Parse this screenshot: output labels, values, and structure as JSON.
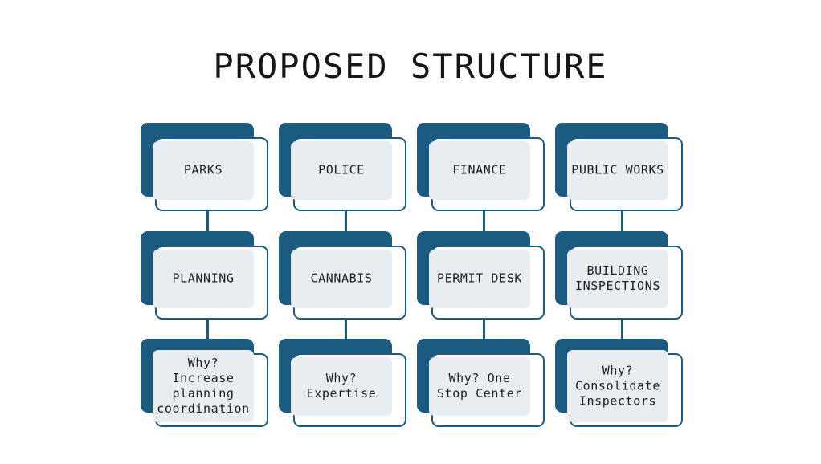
{
  "slide": {
    "title": "PROPOSED STRUCTURE",
    "background_color": "#ffffff"
  },
  "theme": {
    "accent_color": "#1b5b7f",
    "panel_fill_color": "#e8edf1",
    "card_fill_color": "#ffffff",
    "text_color": "#1d1d1d",
    "title_color": "#161616",
    "connector_color": "#1b5b7f"
  },
  "chart_data": {
    "type": "diagram",
    "title": "PROPOSED STRUCTURE",
    "layout": "4 columns x 3 rows org chart, each column is a top-to-bottom chain",
    "columns": [
      {
        "index": 0,
        "nodes": [
          {
            "row": 0,
            "label": "PARKS"
          },
          {
            "row": 1,
            "label": "PLANNING"
          },
          {
            "row": 2,
            "label": "Why?\nIncrease\nplanning\ncoordination"
          }
        ]
      },
      {
        "index": 1,
        "nodes": [
          {
            "row": 0,
            "label": "POLICE"
          },
          {
            "row": 1,
            "label": "CANNABIS"
          },
          {
            "row": 2,
            "label": "Why?\nExpertise"
          }
        ]
      },
      {
        "index": 2,
        "nodes": [
          {
            "row": 0,
            "label": "FINANCE"
          },
          {
            "row": 1,
            "label": "PERMIT DESK"
          },
          {
            "row": 2,
            "label": "Why? One\nStop Center"
          }
        ]
      },
      {
        "index": 3,
        "nodes": [
          {
            "row": 0,
            "label": "PUBLIC WORKS"
          },
          {
            "row": 1,
            "label": "BUILDING\nINSPECTIONS"
          },
          {
            "row": 2,
            "label": "Why?\nConsolidate\nInspectors"
          }
        ]
      }
    ],
    "connectors": [
      {
        "from": "PARKS",
        "to": "PLANNING"
      },
      {
        "from": "PLANNING",
        "to": "Why? Increase planning coordination"
      },
      {
        "from": "POLICE",
        "to": "CANNABIS"
      },
      {
        "from": "CANNABIS",
        "to": "Why? Expertise"
      },
      {
        "from": "FINANCE",
        "to": "PERMIT DESK"
      },
      {
        "from": "PERMIT DESK",
        "to": "Why? One Stop Center"
      },
      {
        "from": "PUBLIC WORKS",
        "to": "BUILDING INSPECTIONS"
      },
      {
        "from": "BUILDING INSPECTIONS",
        "to": "Why? Consolidate Inspectors"
      }
    ]
  },
  "nodes": {
    "c0r0": "PARKS",
    "c0r1": "PLANNING",
    "c0r2": "Why?\nIncrease\nplanning\ncoordination",
    "c1r0": "POLICE",
    "c1r1": "CANNABIS",
    "c1r2": "Why?\nExpertise",
    "c2r0": "FINANCE",
    "c2r1": "PERMIT DESK",
    "c2r2": "Why? One\nStop Center",
    "c3r0": "PUBLIC WORKS",
    "c3r1": "BUILDING\nINSPECTIONS",
    "c3r2": "Why?\nConsolidate\nInspectors"
  }
}
